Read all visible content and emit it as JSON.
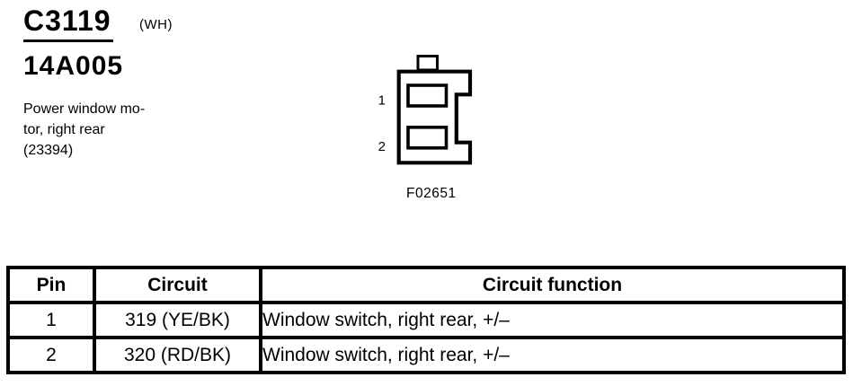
{
  "header": {
    "connector_id": "C3119",
    "color_code": "(WH)",
    "part_number": "14A005",
    "description": "Power window mo-\ntor, right rear\n(23394)"
  },
  "diagram": {
    "pin_labels": [
      "1",
      "2"
    ],
    "figure_id": "F02651"
  },
  "table": {
    "headers": [
      "Pin",
      "Circuit",
      "Circuit function"
    ],
    "rows": [
      {
        "pin": "1",
        "circuit": "319 (YE/BK)",
        "function": "Window switch, right rear, +/–"
      },
      {
        "pin": "2",
        "circuit": "320 (RD/BK)",
        "function": "Window switch, right rear, +/–"
      }
    ]
  },
  "colors": {
    "ink": "#000000",
    "background": "#ffffff"
  }
}
